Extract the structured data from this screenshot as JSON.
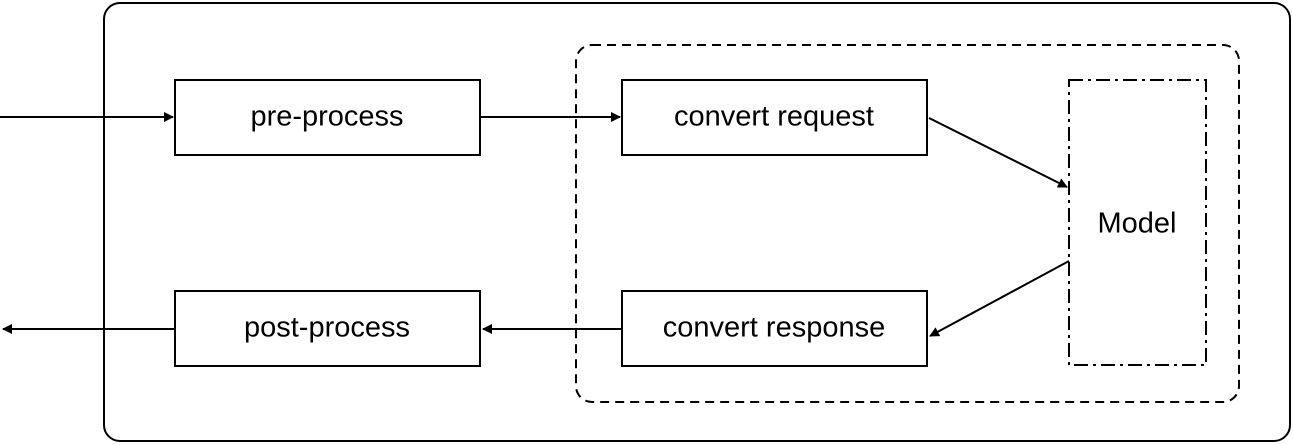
{
  "nodes": {
    "pre_process": "pre-process",
    "convert_request": "convert request",
    "model": "Model",
    "convert_response": "convert response",
    "post_process": "post-process"
  },
  "colors": {
    "stroke": "#000000",
    "background": "#ffffff"
  }
}
